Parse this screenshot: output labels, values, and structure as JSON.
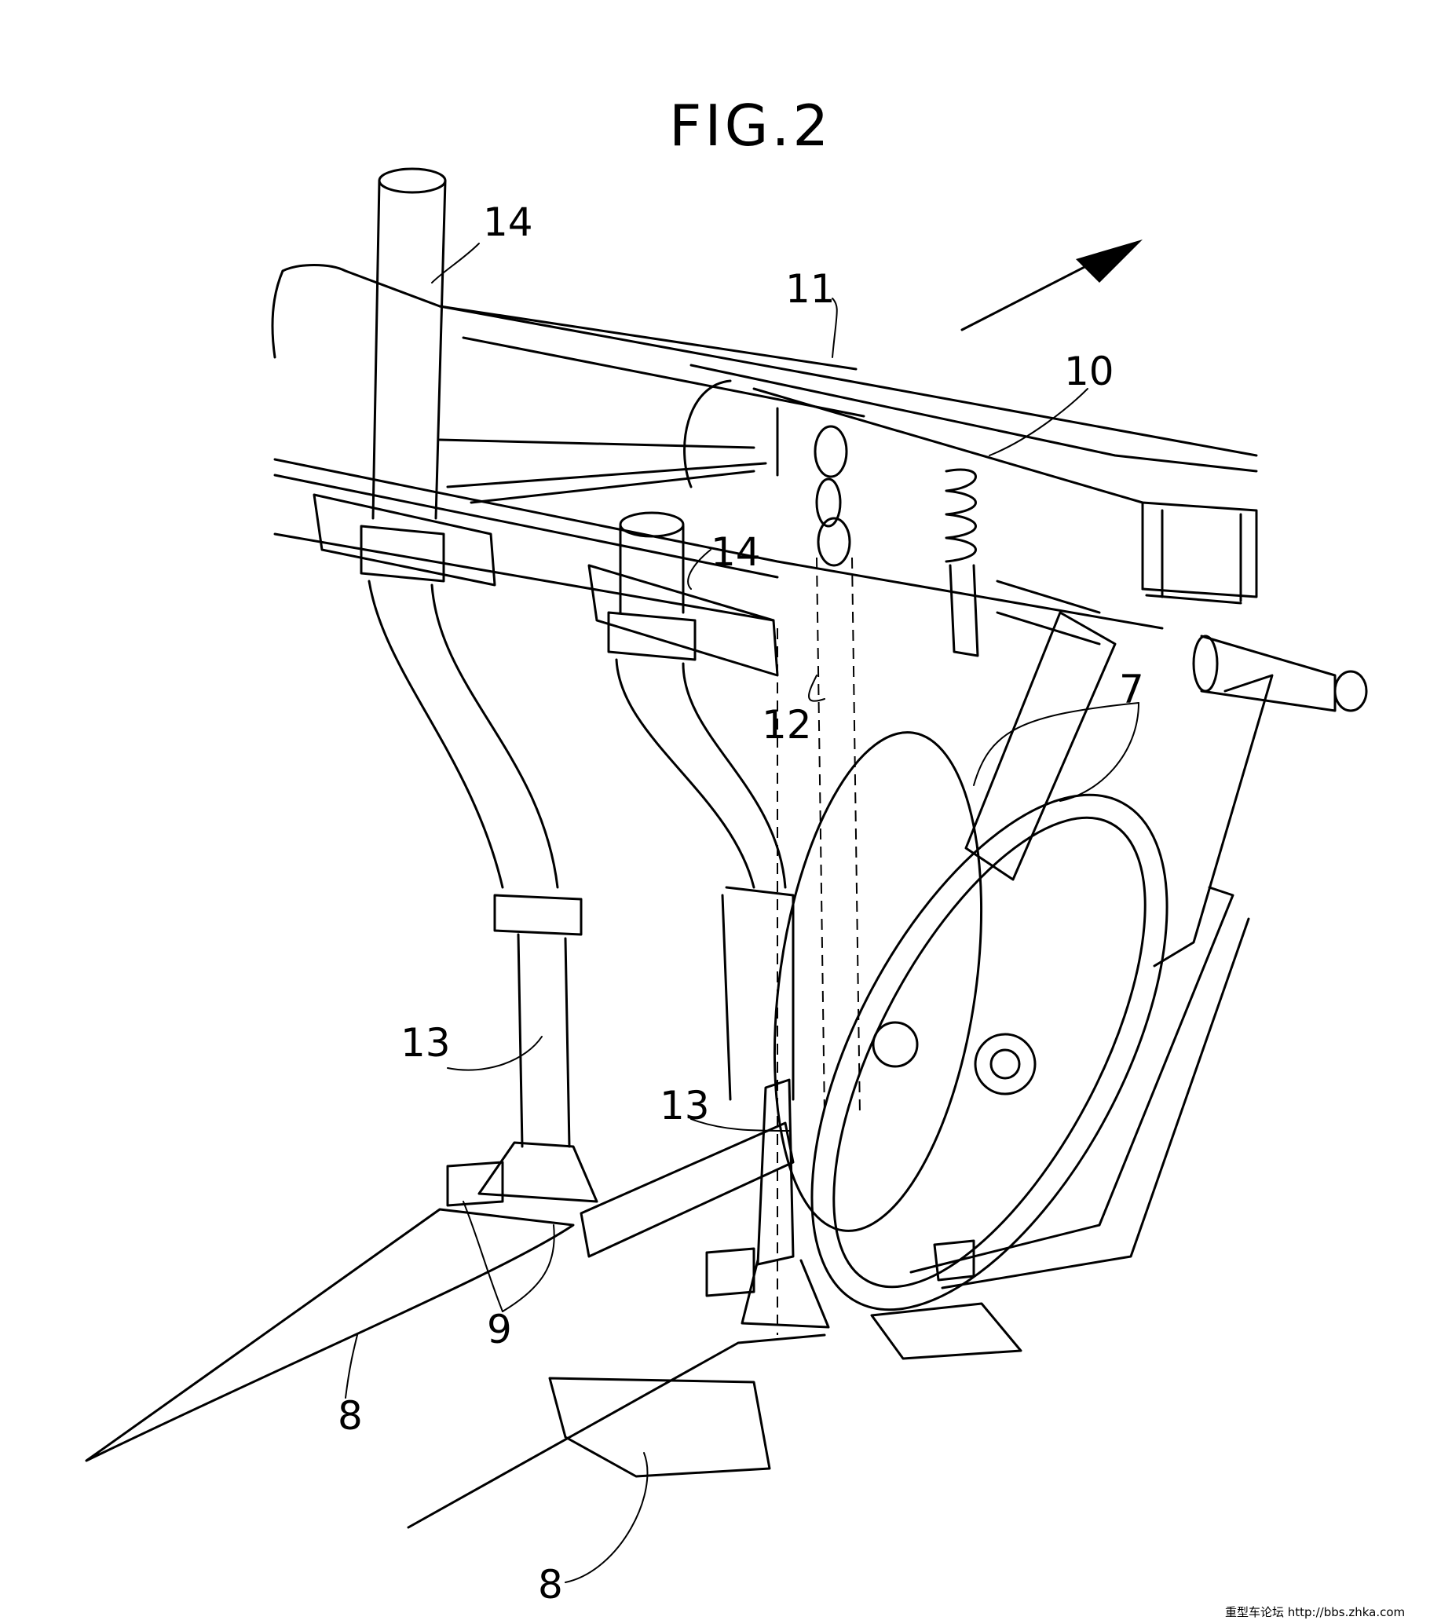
{
  "title": "FIG.2",
  "labels": {
    "l14a": "14",
    "l14b": "14",
    "l11": "11",
    "l10": "10",
    "l12": "12",
    "l7": "7",
    "l13a": "13",
    "l13b": "13",
    "l9": "9",
    "l8a": "8",
    "l8b": "8"
  },
  "watermark": "重型车论坛  http://bbs.zhka.com"
}
